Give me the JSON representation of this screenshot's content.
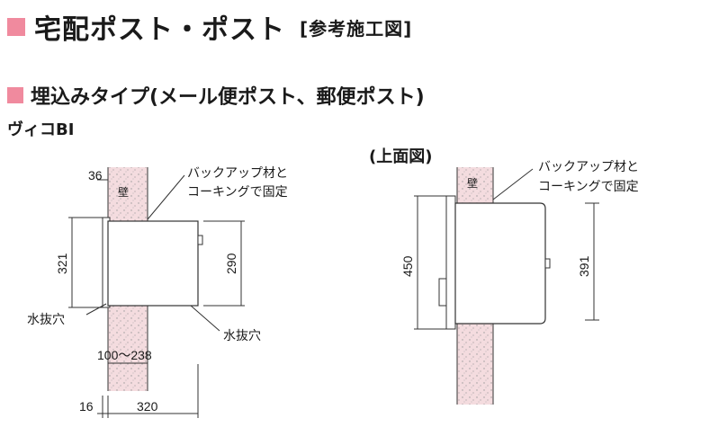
{
  "title": {
    "main": "宅配ポスト・ポスト",
    "sub": "[参考施工図]"
  },
  "section": {
    "title": "埋込みタイプ(メール便ポスト、郵便ポスト)"
  },
  "product": {
    "name": "ヴィコBⅠ"
  },
  "top_view": {
    "label": "(上面図)"
  },
  "side_view": {
    "wall_label": "壁",
    "callout_line1": "バックアップ材と",
    "callout_line2": "コーキングで固定",
    "dim_wall": "36",
    "dim_height": "321",
    "dim_inner_height": "290",
    "drain_left": "水抜穴",
    "drain_right": "水抜穴",
    "dim_wall_range": "100～238",
    "dim_flange": "16",
    "dim_depth": "320"
  },
  "top_view_diagram": {
    "wall_label": "壁",
    "callout_line1": "バックアップ材と",
    "callout_line2": "コーキングで固定",
    "dim_width": "450",
    "dim_inner_width": "391"
  }
}
